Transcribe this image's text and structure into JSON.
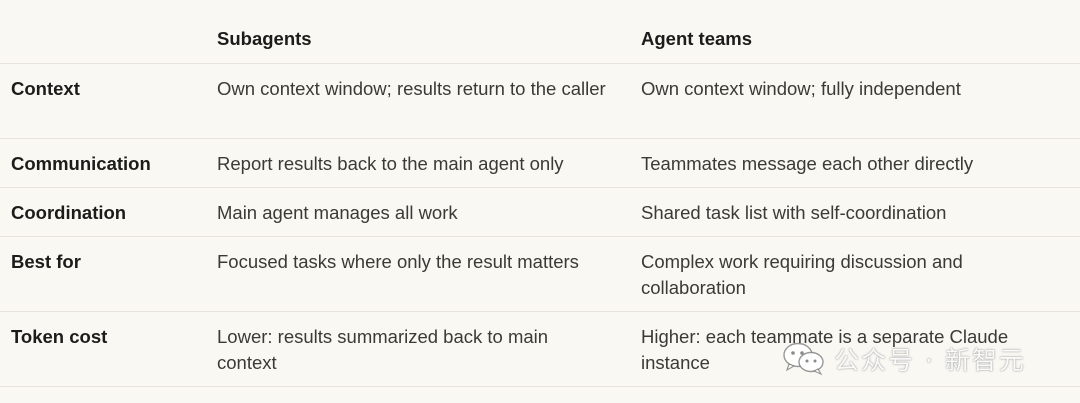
{
  "header": {
    "col_a": "Subagents",
    "col_b": "Agent teams"
  },
  "rows": [
    {
      "label": "Context",
      "a": "Own context window; results return to the caller",
      "b": "Own context window; fully independent"
    },
    {
      "label": "Communication",
      "a": "Report results back to the main agent only",
      "b": "Teammates message each other directly"
    },
    {
      "label": "Coordination",
      "a": "Main agent manages all work",
      "b": "Shared task list with self-coordination"
    },
    {
      "label": "Best for",
      "a": "Focused tasks where only the result matters",
      "b": "Complex work requiring discussion and collaboration"
    },
    {
      "label": "Token cost",
      "a": "Lower: results summarized back to main context",
      "b": "Higher: each teammate is a separate Claude instance"
    }
  ],
  "watermark": {
    "text": "公众号 · 新智元",
    "icon": "wechat-icon"
  }
}
